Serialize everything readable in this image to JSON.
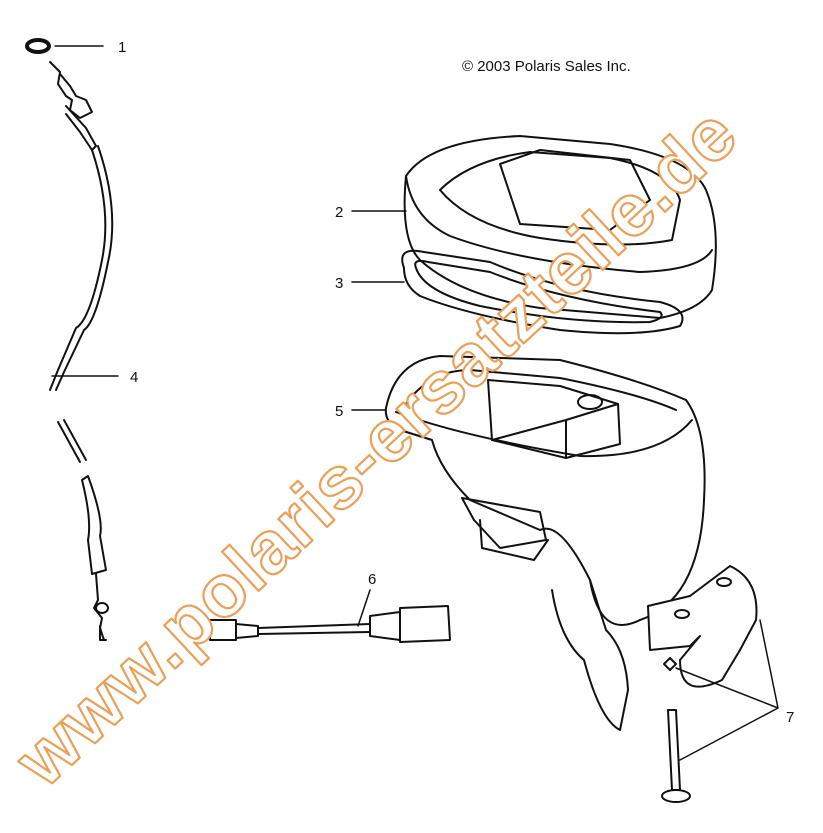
{
  "copyright": "© 2003 Polaris Sales Inc.",
  "watermark": "www.polaris-ersatzteile.de",
  "callouts": [
    {
      "label": "1",
      "part": "o-ring"
    },
    {
      "label": "2",
      "part": "throttle-housing-cover"
    },
    {
      "label": "3",
      "part": "cover-gasket"
    },
    {
      "label": "4",
      "part": "throttle-cable"
    },
    {
      "label": "5",
      "part": "throttle-housing"
    },
    {
      "label": "6",
      "part": "wire-harness-switch"
    },
    {
      "label": "7",
      "part": "clamp-hardware"
    }
  ],
  "colors": {
    "line": "#111111",
    "watermark_outline": "#e8a05a"
  }
}
